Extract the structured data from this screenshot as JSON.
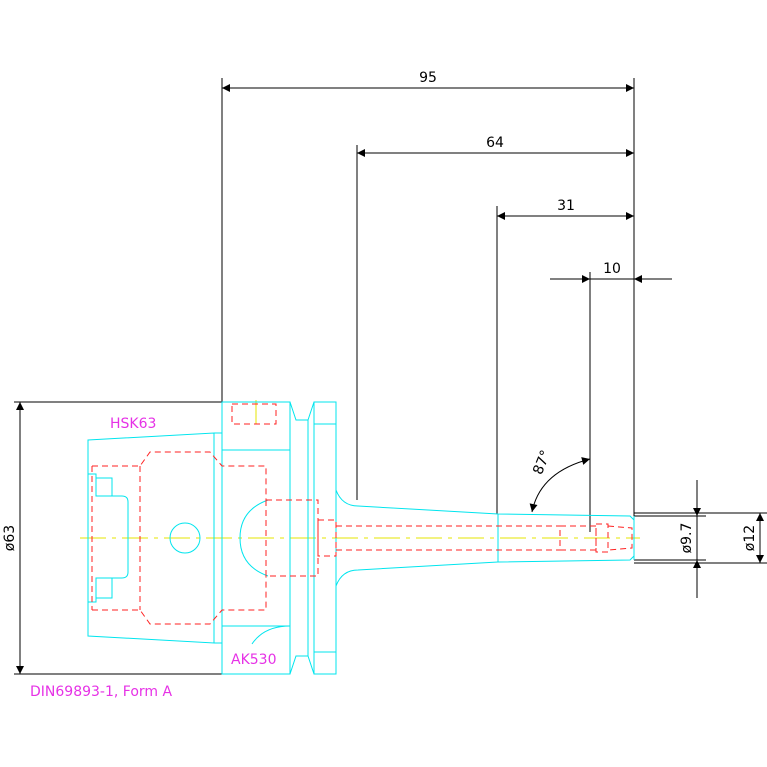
{
  "dimensions": {
    "d95": "95",
    "d64": "64",
    "d31": "31",
    "d10": "10",
    "angle": "87°",
    "dia63": "ø63",
    "dia97": "ø9.7",
    "dia12": "ø12"
  },
  "labels": {
    "holder": "HSK63",
    "collet": "AK530",
    "standard": "DIN69893-1, Form A"
  },
  "colors": {
    "outline": "#00e5ee",
    "hidden": "#ff2020",
    "center": "#e6e600",
    "dimension": "#000000",
    "label": "#e632e6"
  }
}
